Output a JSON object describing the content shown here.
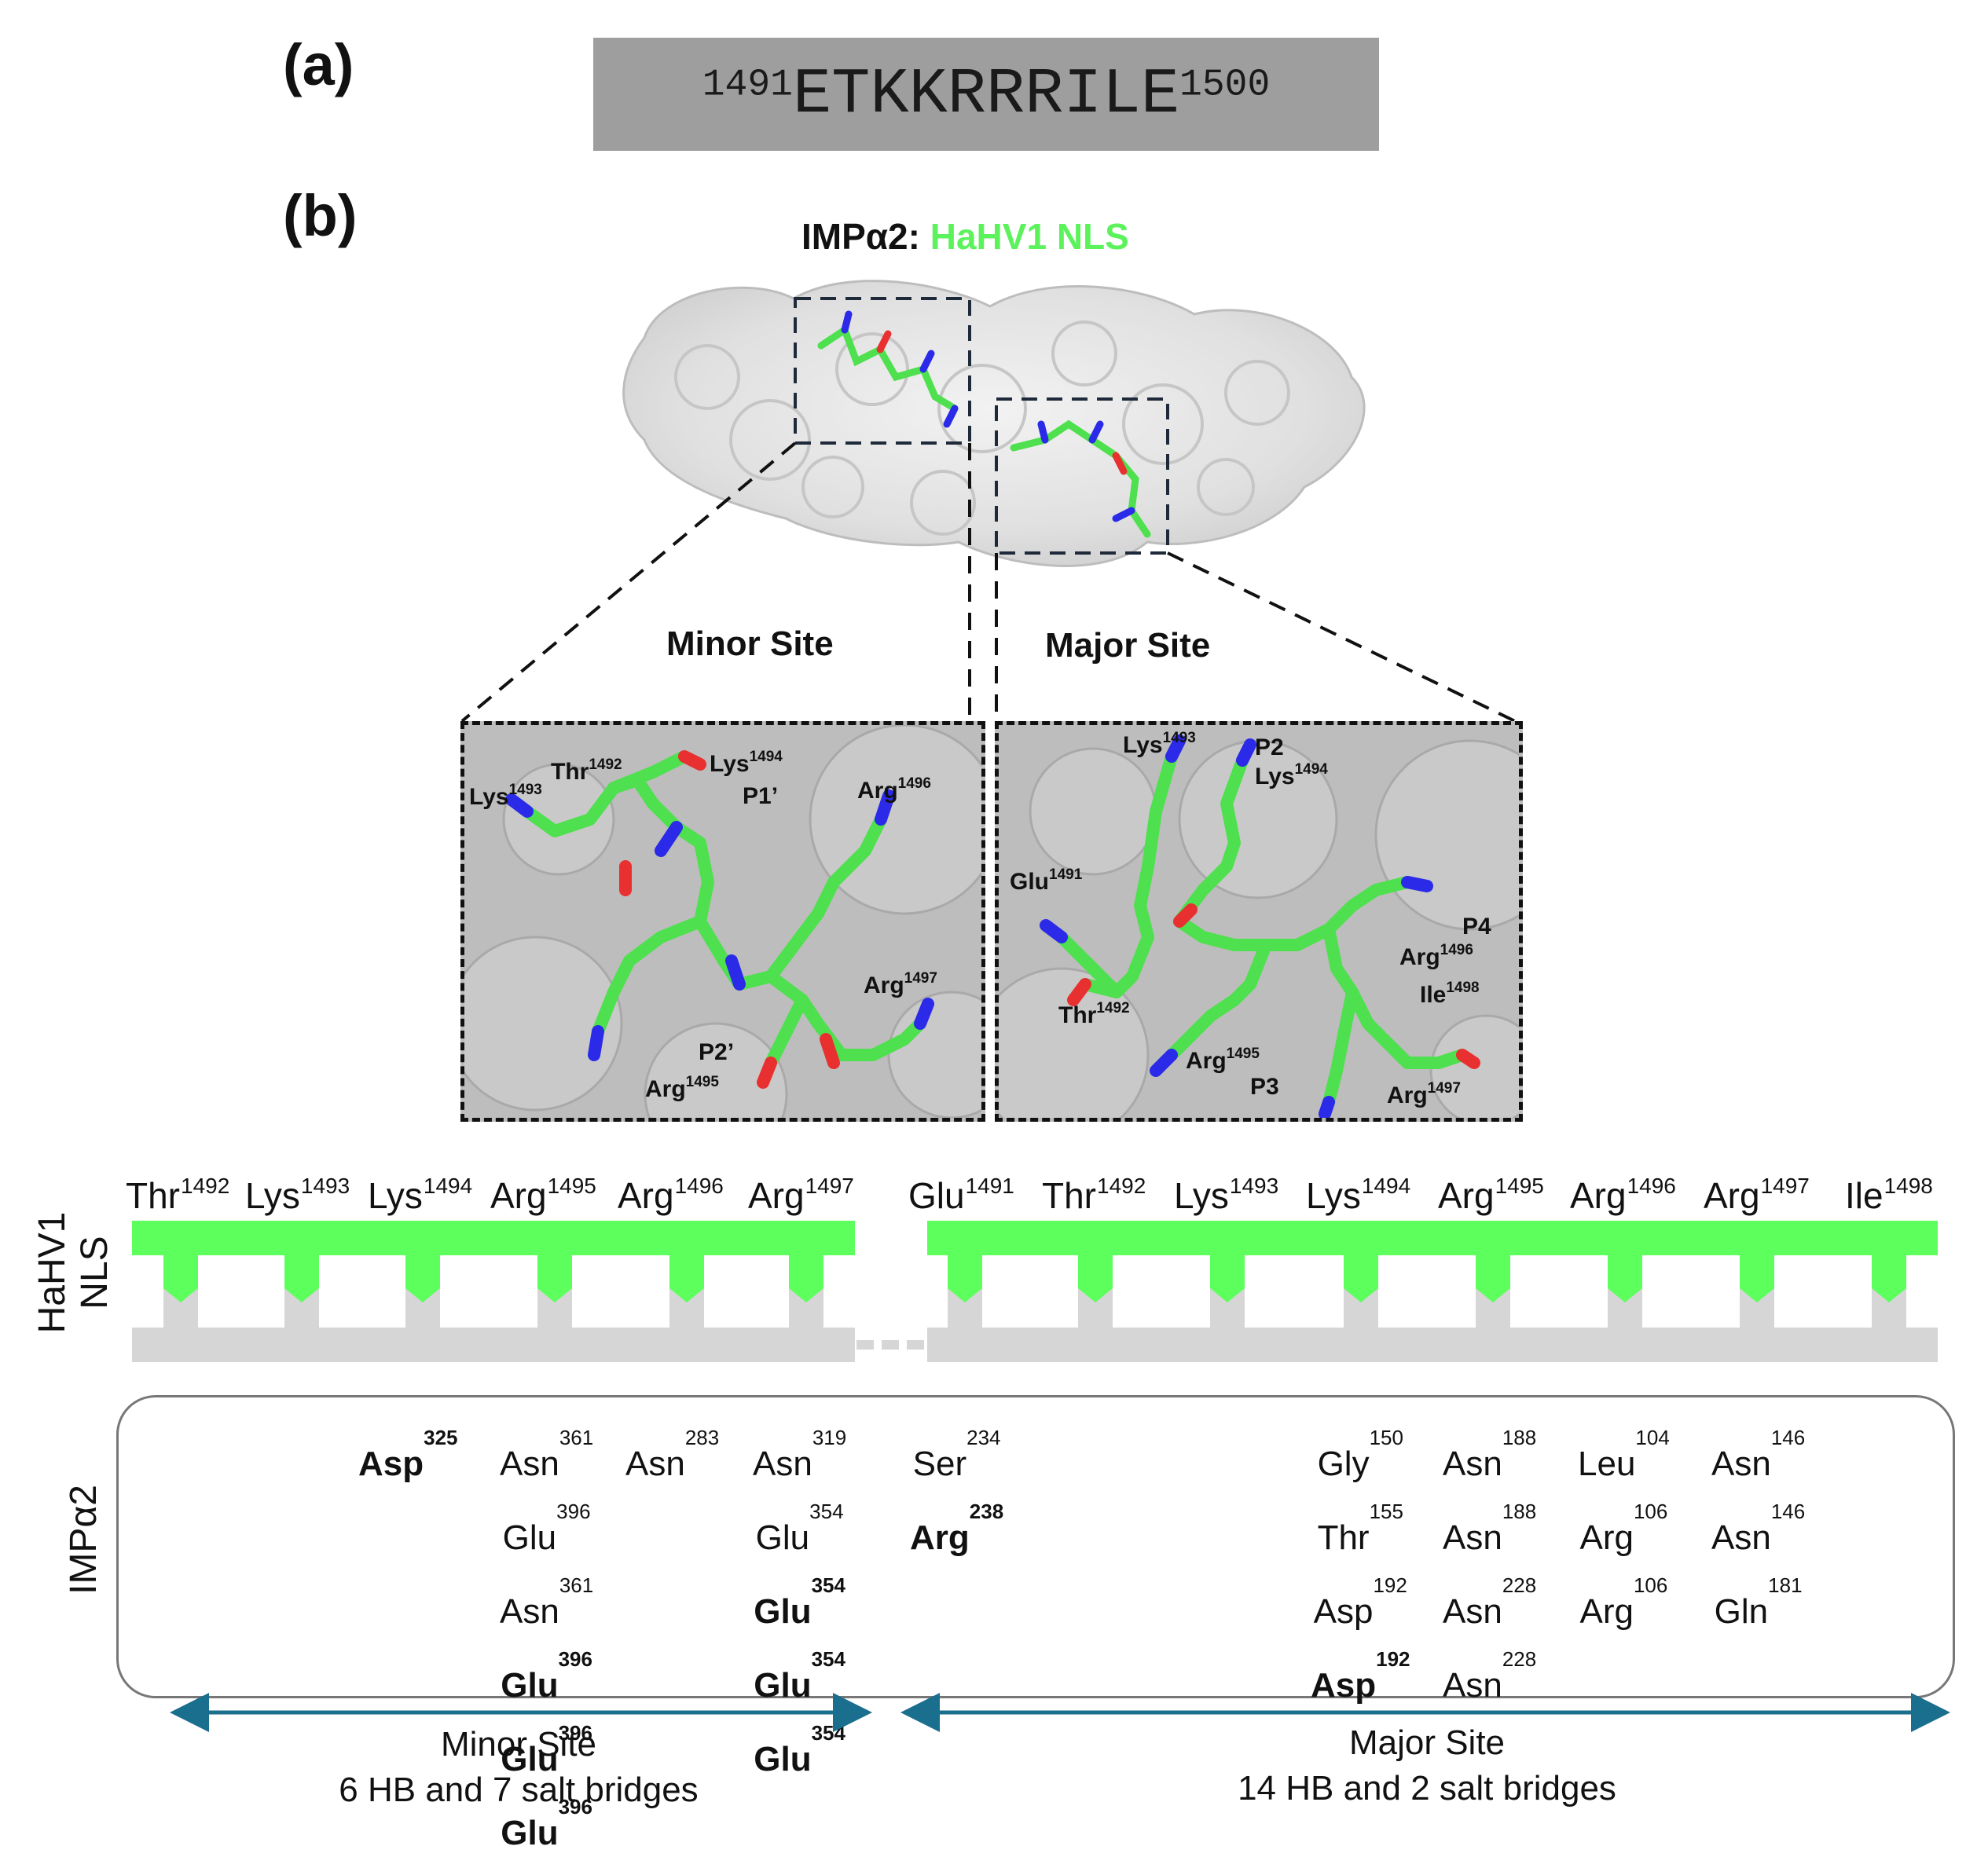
{
  "panel_a": {
    "label": "(a)",
    "sequence": {
      "start": "1491",
      "residues": "ETKKRRRILE",
      "end": "1500"
    }
  },
  "panel_b": {
    "label": "(b)",
    "title_receptor": "IMPα2:",
    "title_ligand": "HaHV1 NLS",
    "minor_site_title": "Minor Site",
    "major_site_title": "Major Site"
  },
  "minor_zoom_labels": [
    {
      "name": "Thr",
      "num": "1492"
    },
    {
      "name": "Lys",
      "num": "1494"
    },
    {
      "name": "Lys",
      "num": "1493"
    },
    {
      "name": "P1’",
      "num": ""
    },
    {
      "name": "Arg",
      "num": "1496"
    },
    {
      "name": "Arg",
      "num": "1497"
    },
    {
      "name": "P2’",
      "num": ""
    },
    {
      "name": "Arg",
      "num": "1495"
    }
  ],
  "major_zoom_labels": [
    {
      "name": "Lys",
      "num": "1493"
    },
    {
      "name": "P2",
      "num": ""
    },
    {
      "name": "Lys",
      "num": "1494"
    },
    {
      "name": "Glu",
      "num": "1491"
    },
    {
      "name": "P4",
      "num": ""
    },
    {
      "name": "Arg",
      "num": "1496"
    },
    {
      "name": "Ile",
      "num": "1498"
    },
    {
      "name": "Thr",
      "num": "1492"
    },
    {
      "name": "Arg",
      "num": "1495"
    },
    {
      "name": "P3",
      "num": ""
    },
    {
      "name": "Arg",
      "num": "1497"
    }
  ],
  "interaction_map": {
    "nls_label_line1": "HaHV1",
    "nls_label_line2": "NLS",
    "imp_label": "IMPα2",
    "minor_residues": [
      {
        "name": "Thr",
        "num": "1492"
      },
      {
        "name": "Lys",
        "num": "1493"
      },
      {
        "name": "Lys",
        "num": "1494"
      },
      {
        "name": "Arg",
        "num": "1495"
      },
      {
        "name": "Arg",
        "num": "1496"
      },
      {
        "name": "Arg",
        "num": "1497"
      }
    ],
    "major_residues": [
      {
        "name": "Glu",
        "num": "1491"
      },
      {
        "name": "Thr",
        "num": "1492"
      },
      {
        "name": "Lys",
        "num": "1493"
      },
      {
        "name": "Lys",
        "num": "1494"
      },
      {
        "name": "Arg",
        "num": "1495"
      },
      {
        "name": "Arg",
        "num": "1496"
      },
      {
        "name": "Arg",
        "num": "1497"
      },
      {
        "name": "Ile",
        "num": "1498"
      }
    ],
    "imp_contacts": {
      "minor": [
        [
          {
            "name": "Asp",
            "num": "325",
            "bold": true
          }
        ],
        [
          {
            "name": "Asn",
            "num": "361",
            "bold": false
          },
          {
            "name": "Glu",
            "num": "396",
            "bold": false
          },
          {
            "name": "Asn",
            "num": "361",
            "bold": false
          },
          {
            "name": "Glu",
            "num": "396",
            "bold": true
          },
          {
            "name": "Glu",
            "num": "396",
            "bold": true
          },
          {
            "name": "Glu",
            "num": "396",
            "bold": true
          }
        ],
        [
          {
            "name": "Asn",
            "num": "283",
            "bold": false
          }
        ],
        [
          {
            "name": "Asn",
            "num": "319",
            "bold": false
          },
          {
            "name": "Glu",
            "num": "354",
            "bold": false
          },
          {
            "name": "Glu",
            "num": "354",
            "bold": true
          },
          {
            "name": "Glu",
            "num": "354",
            "bold": true
          },
          {
            "name": "Glu",
            "num": "354",
            "bold": true
          }
        ]
      ],
      "major": [
        [
          {
            "name": "Ser",
            "num": "234",
            "bold": false
          },
          {
            "name": "Arg",
            "num": "238",
            "bold": true
          }
        ],
        [
          {
            "name": "Gly",
            "num": "150",
            "bold": false
          },
          {
            "name": "Thr",
            "num": "155",
            "bold": false
          },
          {
            "name": "Asp",
            "num": "192",
            "bold": false
          },
          {
            "name": "Asp",
            "num": "192",
            "bold": true
          }
        ],
        [
          {
            "name": "Asn",
            "num": "188",
            "bold": false
          },
          {
            "name": "Asn",
            "num": "188",
            "bold": false
          },
          {
            "name": "Asn",
            "num": "228",
            "bold": false
          },
          {
            "name": "Asn",
            "num": "228",
            "bold": false
          }
        ],
        [
          {
            "name": "Leu",
            "num": "104",
            "bold": false
          },
          {
            "name": "Arg",
            "num": "106",
            "bold": false
          },
          {
            "name": "Arg",
            "num": "106",
            "bold": false
          }
        ],
        [
          {
            "name": "Asn",
            "num": "146",
            "bold": false
          },
          {
            "name": "Asn",
            "num": "146",
            "bold": false
          },
          {
            "name": "Gln",
            "num": "181",
            "bold": false
          }
        ]
      ]
    },
    "minor_summary_title": "Minor Site",
    "minor_summary_text": "6 HB and 7 salt bridges",
    "major_summary_title": "Major Site",
    "major_summary_text": "14 HB and 2 salt bridges"
  },
  "colors": {
    "nls_green": "#5cff5c",
    "title_green": "#5cf25c",
    "carbon_green": "#4ee04e",
    "nitrogen_blue": "#2a2ae8",
    "oxygen_red": "#e83030",
    "imp_grey": "#d4d4d4",
    "arrow_teal": "#1a6e8e",
    "sequence_box": "#9e9e9e"
  }
}
